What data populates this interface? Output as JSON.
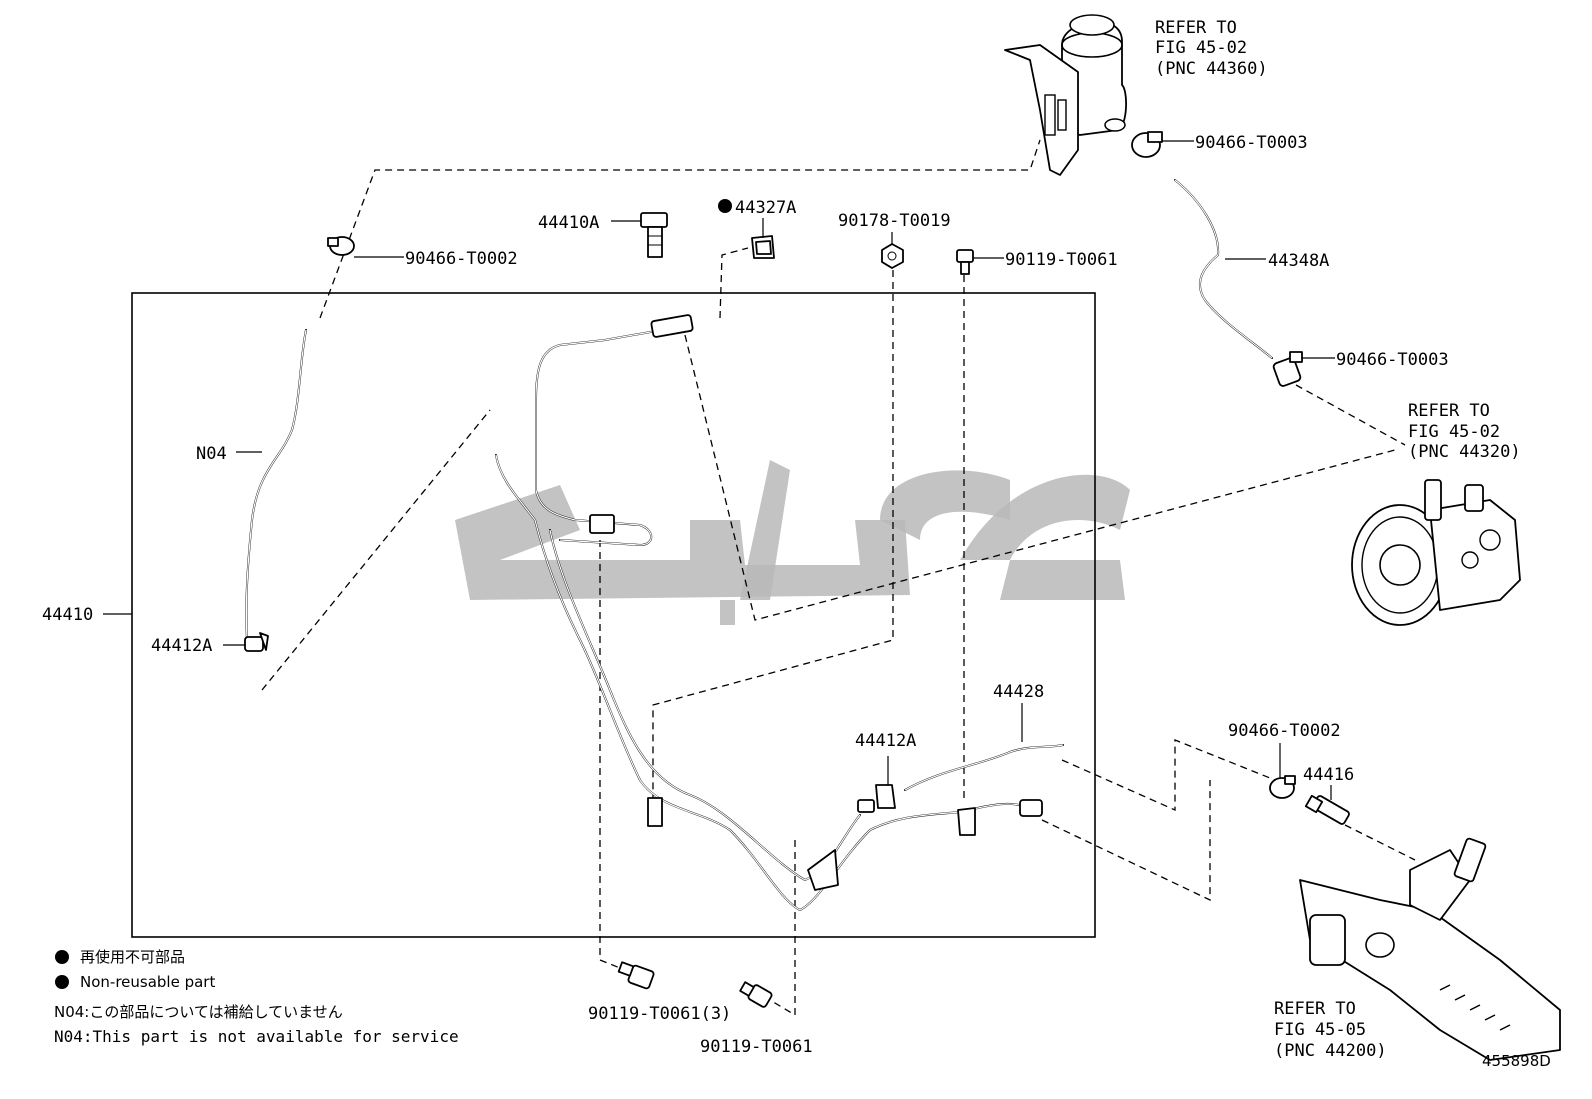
{
  "diagram_id": "455898D",
  "labels": {
    "n04": "N04",
    "p44410": "44410",
    "p44410a": "44410A",
    "p44327a": "44327A",
    "p90178": "90178-T0019",
    "p90119_top": "90119-T0061",
    "p90466_t0002_left": "90466-T0002",
    "p90466_t0003_top": "90466-T0003",
    "p44348a": "44348A",
    "p90466_t0003_mid": "90466-T0003",
    "p44412a_left": "44412A",
    "p44412a_mid": "44412A",
    "p44428": "44428",
    "p90466_t0002_right": "90466-T0002",
    "p44416": "44416",
    "p90119_bottom_3": "90119-T0061(3)",
    "p90119_bottom": "90119-T0061"
  },
  "refs": {
    "reservoir": [
      "REFER TO",
      "FIG 45-02",
      "(PNC 44360)"
    ],
    "pump": [
      "REFER TO",
      "FIG 45-02",
      "(PNC 44320)"
    ],
    "gear": [
      "REFER TO",
      "FIG 45-05",
      "(PNC 44200)"
    ]
  },
  "legend": {
    "nonreusable_jp": "再使用不可部品",
    "nonreusable_en": "Non-reusable part",
    "n04_jp": "N04:この部品については補給していません",
    "n04_en": "N04:This part is not available for service"
  },
  "watermark": "ﻕﻁﻉ ﻱﺏ"
}
